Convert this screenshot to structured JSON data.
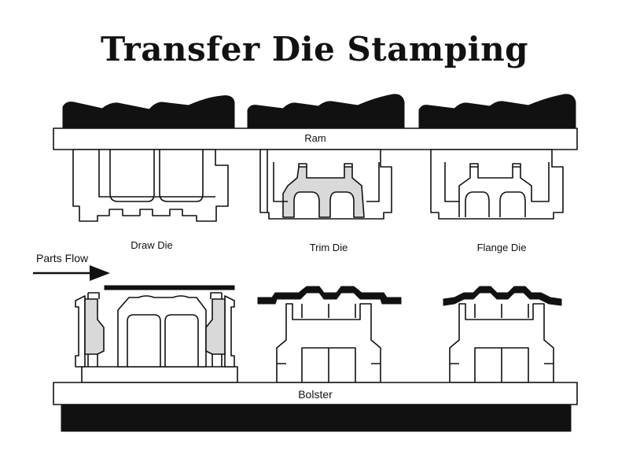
{
  "title": "Transfer Die Stamping",
  "labels": {
    "ram": "Ram",
    "bolster": "Bolster",
    "draw_die": "Draw Die",
    "trim_die": "Trim Die",
    "flange_die": "Flange Die",
    "parts_flow": "Parts Flow"
  },
  "colors": {
    "ink": "#111111",
    "insert_fill": "#d9d9d9",
    "background": "#ffffff"
  }
}
